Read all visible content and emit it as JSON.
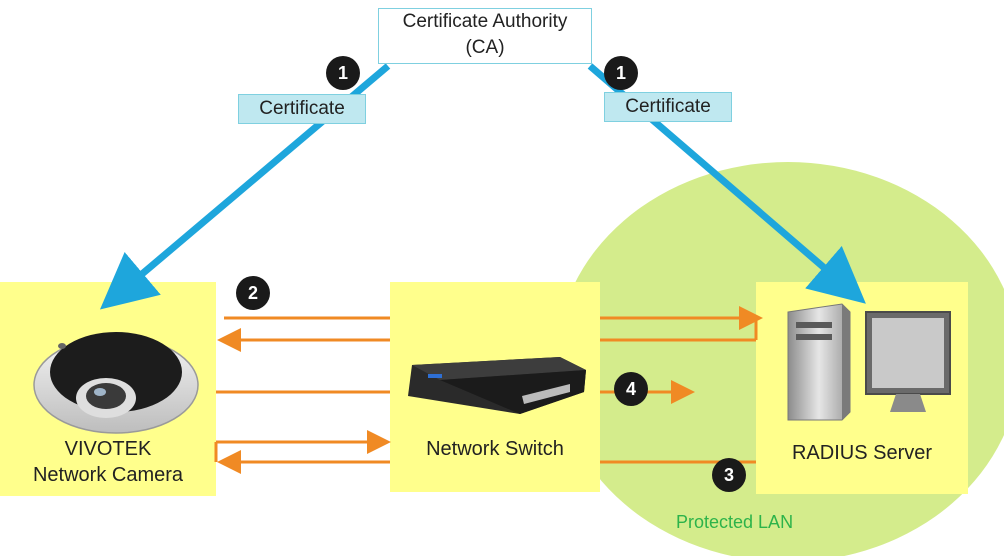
{
  "ca": {
    "line1": "Certificate Authority",
    "line2": "(CA)"
  },
  "certificate_left": "Certificate",
  "certificate_right": "Certificate",
  "steps": [
    "1",
    "1",
    "2",
    "3",
    "4"
  ],
  "camera": {
    "line1": "VIVOTEK",
    "line2": "Network Camera"
  },
  "switch": {
    "label": "Network Switch"
  },
  "server": {
    "label": "RADIUS Server"
  },
  "lan": {
    "label": "Protected LAN"
  },
  "colors": {
    "arrow_blue": "#1ea6dc",
    "arrow_orange": "#f08a24",
    "box_yellow": "#ffff8c",
    "lan_green": "#d4ec8c",
    "cert_fill": "#bfe8f0",
    "lan_text": "#2db34a"
  },
  "icons": [
    "network-camera-icon",
    "network-switch-icon",
    "radius-server-icon"
  ]
}
